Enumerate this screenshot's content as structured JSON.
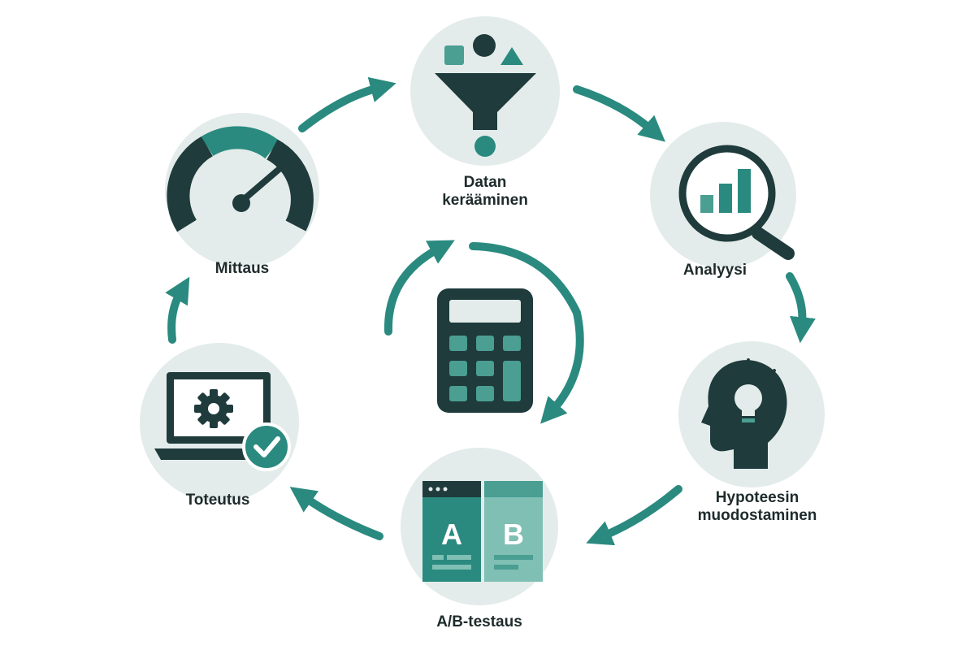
{
  "colors": {
    "circle_bg": "#e3ecea",
    "dark": "#1f3b3c",
    "teal": "#2a8a7f",
    "teal_mid": "#4a9e92",
    "teal_light": "#7fbfb4",
    "label_text": "#1f2b2b"
  },
  "stages": [
    {
      "id": "data-collection",
      "label": "Datan\nkerääminen",
      "icon": "funnel-icon"
    },
    {
      "id": "analysis",
      "label": "Analyysi",
      "icon": "magnifier-chart-icon"
    },
    {
      "id": "hypothesis",
      "label": "Hypoteesin\nmuodostaminen",
      "icon": "head-lightbulb-icon"
    },
    {
      "id": "ab-testing",
      "label": "A/B-testaus",
      "icon": "ab-test-browser-icon"
    },
    {
      "id": "implementation",
      "label": "Toteutus",
      "icon": "laptop-gear-check-icon"
    },
    {
      "id": "measurement",
      "label": "Mittaus",
      "icon": "gauge-icon"
    }
  ],
  "center": {
    "icon": "calculator-icon",
    "cycle_icon": "cycle-arrows-icon"
  },
  "ab_letters": {
    "a": "A",
    "b": "B"
  }
}
